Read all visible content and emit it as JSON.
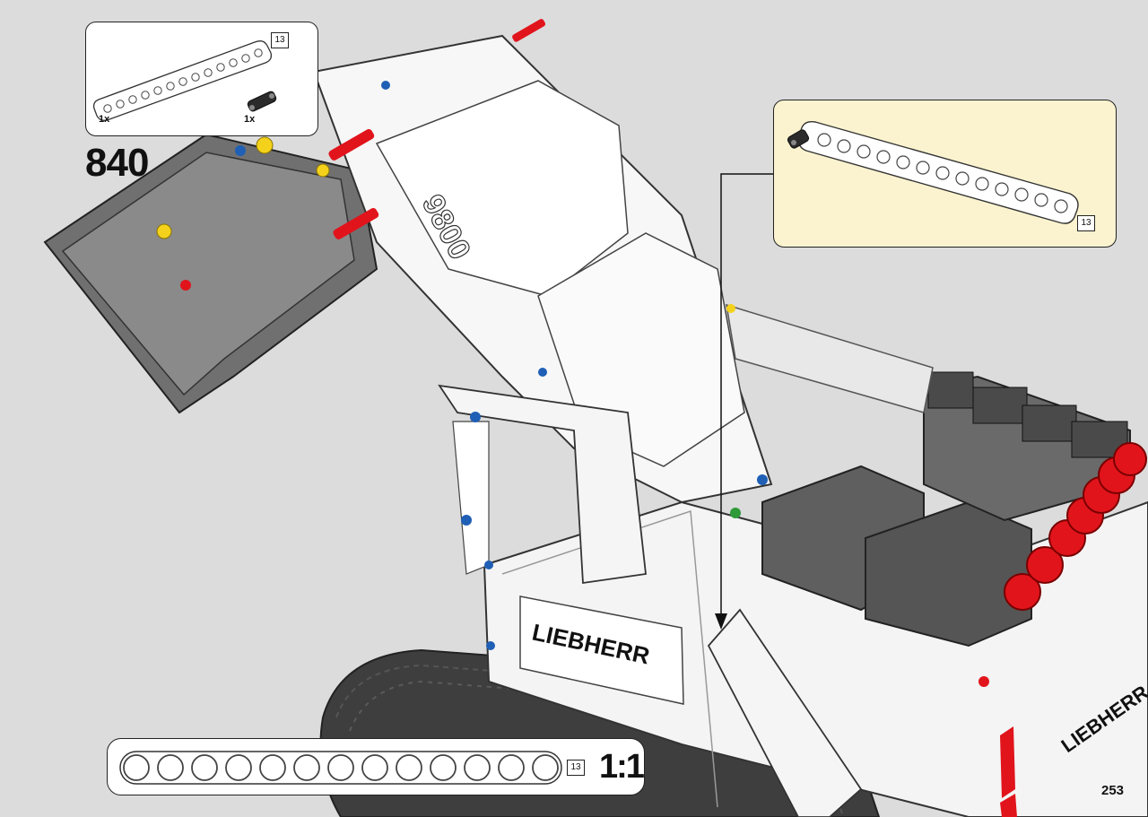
{
  "step": {
    "number": "840"
  },
  "parts_list": {
    "items": [
      {
        "part": "technic-beam",
        "length_tag": "13",
        "quantity": "1x"
      },
      {
        "part": "black-axle-pin-connector",
        "quantity": "1x"
      }
    ]
  },
  "subassembly_callout": {
    "part": "technic-beam",
    "length_tag": "13"
  },
  "scale_reference": {
    "length_tag": "13",
    "scale": "1:1"
  },
  "model": {
    "brand_text": "LIEBHERR",
    "model_text": "9800",
    "side_text": "LIEBHERR"
  },
  "colors": {
    "background": "#dcdcdc",
    "callout_highlight": "#fbf3cf",
    "beam_white": "#ffffff",
    "dark_gray": "#6d6d6d",
    "red": "#e1141c",
    "blue": "#1f5fb5",
    "yellow": "#f4d21b"
  },
  "footer": {
    "page_number": "253"
  }
}
